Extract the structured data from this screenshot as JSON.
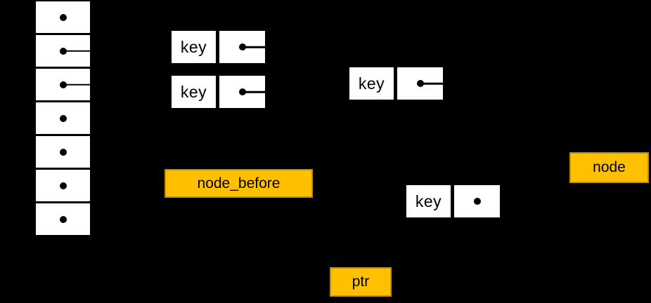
{
  "colors": {
    "background": "#000000",
    "box_fill": "#ffffff",
    "accent_fill": "#ffc000",
    "accent_border": "#bf9000",
    "ink": "#000000"
  },
  "array": {
    "cell_count": 7,
    "cells": [
      {
        "index": 0,
        "dot": true,
        "pointer_line": false
      },
      {
        "index": 1,
        "dot": true,
        "pointer_line": true
      },
      {
        "index": 2,
        "dot": true,
        "pointer_line": true
      },
      {
        "index": 3,
        "dot": true,
        "pointer_line": false
      },
      {
        "index": 4,
        "dot": true,
        "pointer_line": false
      },
      {
        "index": 5,
        "dot": true,
        "pointer_line": false
      },
      {
        "index": 6,
        "dot": true,
        "pointer_line": false
      }
    ]
  },
  "nodes": [
    {
      "id": "node-a",
      "label": "key",
      "pointer_line": true
    },
    {
      "id": "node-b",
      "label": "key",
      "pointer_line": true
    },
    {
      "id": "node-c",
      "label": "key",
      "pointer_line": true
    },
    {
      "id": "node-d",
      "label": "key",
      "pointer_line": false
    }
  ],
  "labels": {
    "node_before": "node_before",
    "node": "node",
    "ptr": "ptr"
  }
}
